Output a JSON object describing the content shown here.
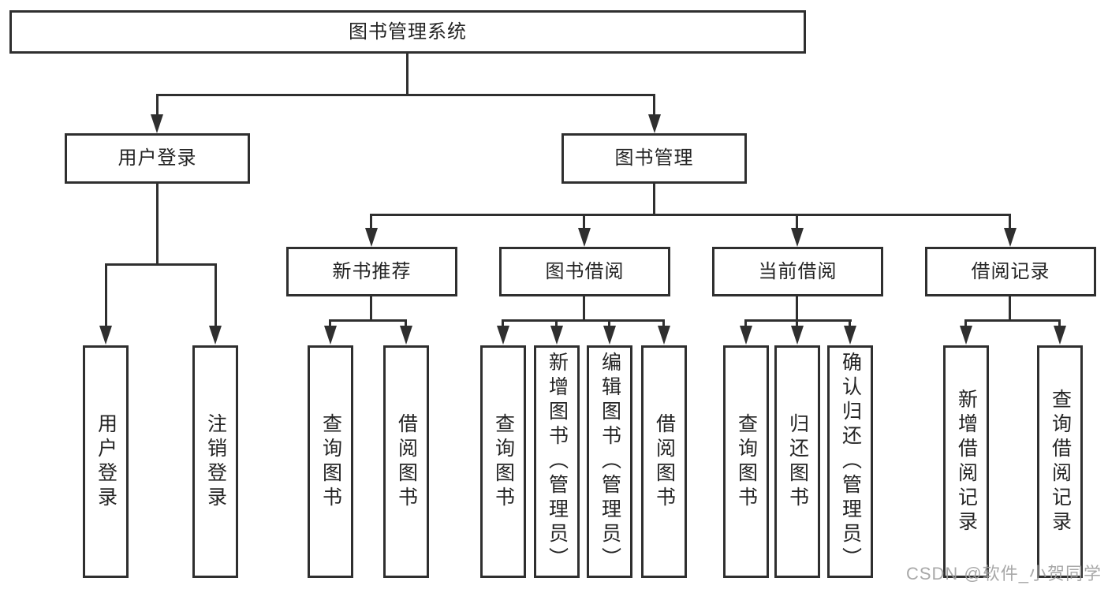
{
  "watermark": "CSDN @软件_小贺同学",
  "colors": {
    "line": "#2f2f2f",
    "border": "#2f2f2f",
    "text": "#242424",
    "background": "#ffffff",
    "watermark": "#9e9e9e"
  },
  "nodes": {
    "root": {
      "label": "图书管理系统"
    },
    "user_login": {
      "label": "用户登录"
    },
    "book_mgmt": {
      "label": "图书管理"
    },
    "new_book_rec": {
      "label": "新书推荐"
    },
    "book_borrow": {
      "label": "图书借阅"
    },
    "current_borrow": {
      "label": "当前借阅"
    },
    "borrow_records": {
      "label": "借阅记录"
    },
    "ul_login": {
      "label": "用户登录"
    },
    "ul_logout": {
      "label": "注销登录"
    },
    "nbr_query": {
      "label": "查询图书"
    },
    "nbr_borrow": {
      "label": "借阅图书"
    },
    "bb_query": {
      "label": "查询图书"
    },
    "bb_add": {
      "label": "新增图书（管理员）"
    },
    "bb_edit": {
      "label": "编辑图书（管理员）"
    },
    "bb_borrow": {
      "label": "借阅图书"
    },
    "cb_query": {
      "label": "查询图书"
    },
    "cb_return": {
      "label": "归还图书"
    },
    "cb_confirm": {
      "label": "确认归还（管理员）"
    },
    "br_add": {
      "label": "新增借阅记录"
    },
    "br_query": {
      "label": "查询借阅记录"
    }
  },
  "hierarchy": {
    "label": "图书管理系统",
    "children": [
      {
        "label": "用户登录",
        "children": [
          "用户登录",
          "注销登录"
        ]
      },
      {
        "label": "图书管理",
        "children": [
          {
            "label": "新书推荐",
            "children": [
              "查询图书",
              "借阅图书"
            ]
          },
          {
            "label": "图书借阅",
            "children": [
              "查询图书",
              "新增图书（管理员）",
              "编辑图书（管理员）",
              "借阅图书"
            ]
          },
          {
            "label": "当前借阅",
            "children": [
              "查询图书",
              "归还图书",
              "确认归还（管理员）"
            ]
          },
          {
            "label": "借阅记录",
            "children": [
              "新增借阅记录",
              "查询借阅记录"
            ]
          }
        ]
      }
    ]
  }
}
